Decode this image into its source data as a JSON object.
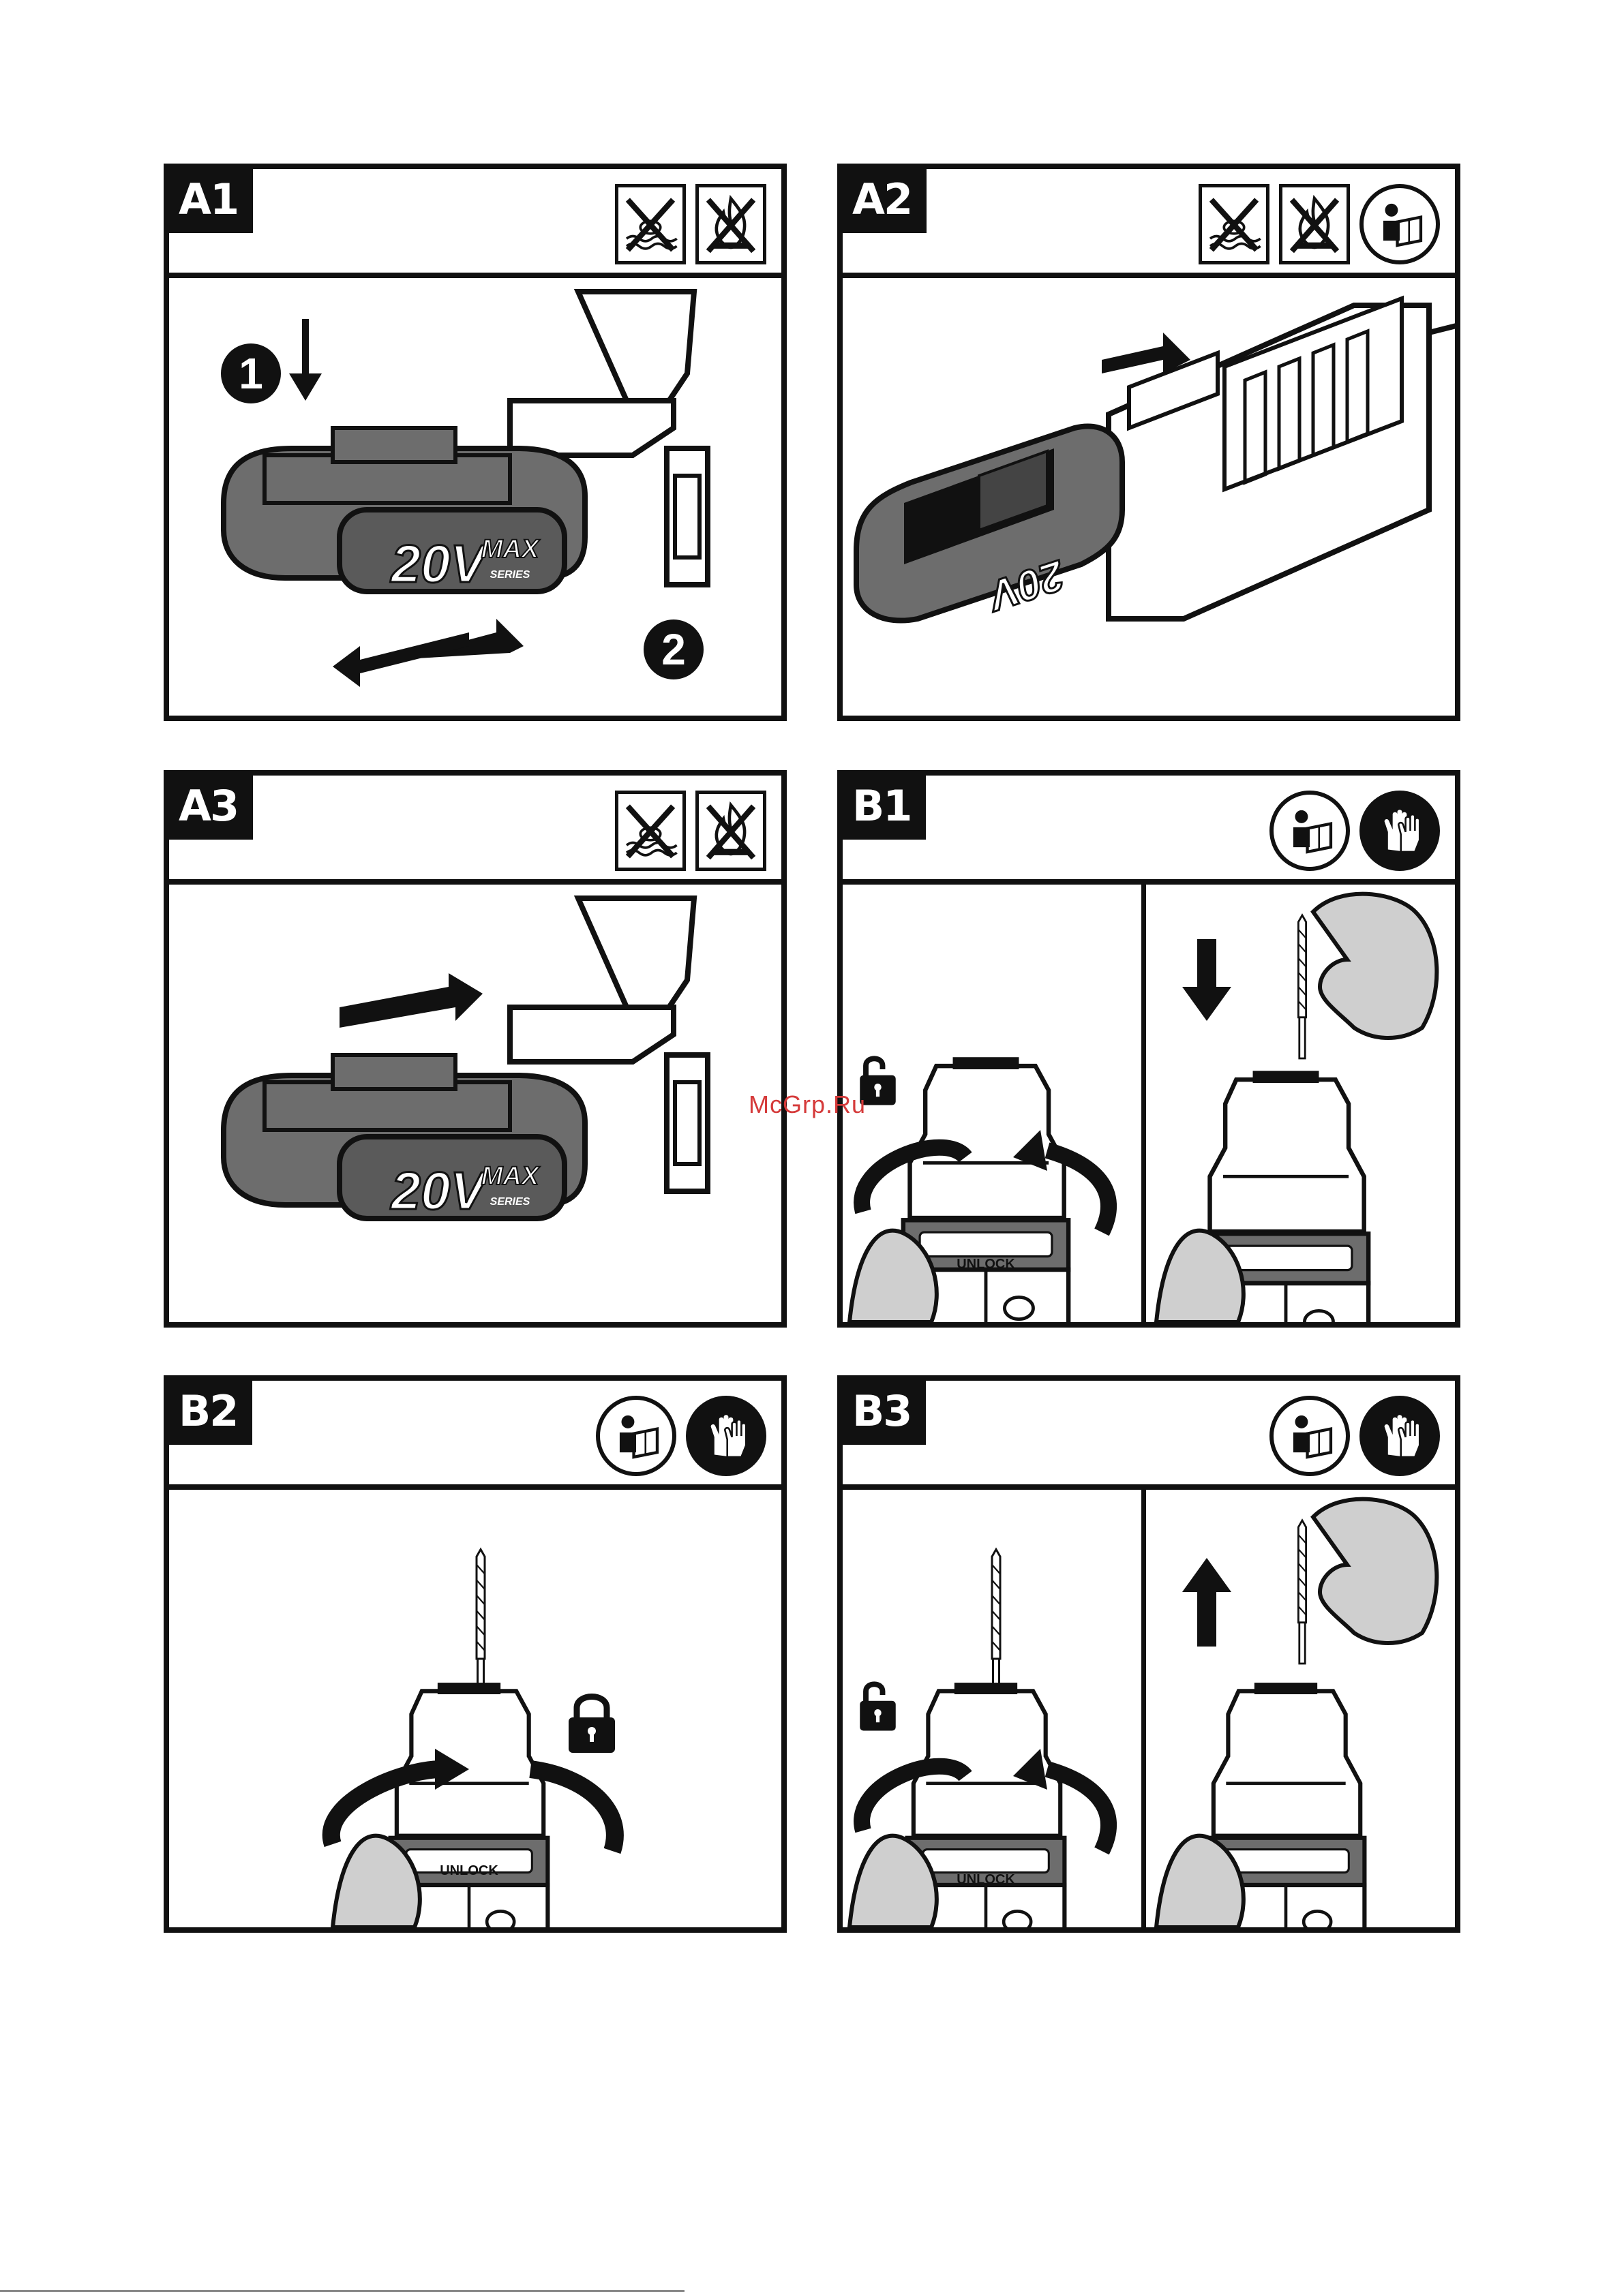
{
  "panels": {
    "a1": {
      "label": "A1"
    },
    "a2": {
      "label": "A2"
    },
    "a3": {
      "label": "A3"
    },
    "b1": {
      "label": "B1"
    },
    "b2": {
      "label": "B2"
    },
    "b3": {
      "label": "B3"
    }
  },
  "step_numbers": {
    "one": "1",
    "two": "2"
  },
  "battery_text": {
    "voltage": "20V",
    "max": "MAX",
    "series": "SERIES"
  },
  "chuck_text": "UNLOCK",
  "watermark": "McGrp.Ru",
  "colors": {
    "ink": "#111111",
    "tool_grey": "#6d6d6d",
    "hand_grey": "#cfcfcf",
    "watermark": "#d53a3a"
  }
}
